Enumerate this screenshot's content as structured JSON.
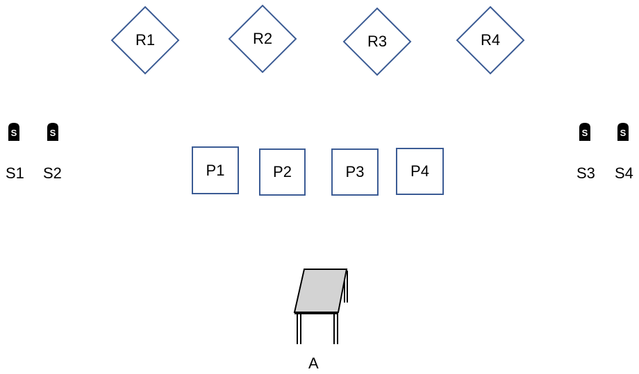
{
  "diagram": {
    "stroke_color": "#3b5b94",
    "rhombi": [
      {
        "label": "R1"
      },
      {
        "label": "R2"
      },
      {
        "label": "R3"
      },
      {
        "label": "R4"
      }
    ],
    "squares": [
      {
        "label": "P1"
      },
      {
        "label": "P2"
      },
      {
        "label": "P3"
      },
      {
        "label": "P4"
      }
    ],
    "signs": [
      {
        "icon": "s-sign-icon",
        "icon_text": "S",
        "label": "S1"
      },
      {
        "icon": "s-sign-icon",
        "icon_text": "S",
        "label": "S2"
      },
      {
        "icon": "s-sign-icon",
        "icon_text": "S",
        "label": "S3"
      },
      {
        "icon": "s-sign-icon",
        "icon_text": "S",
        "label": "S4"
      }
    ],
    "table": {
      "icon": "table-icon",
      "label": "A",
      "top_color": "#d3d3d3"
    }
  }
}
